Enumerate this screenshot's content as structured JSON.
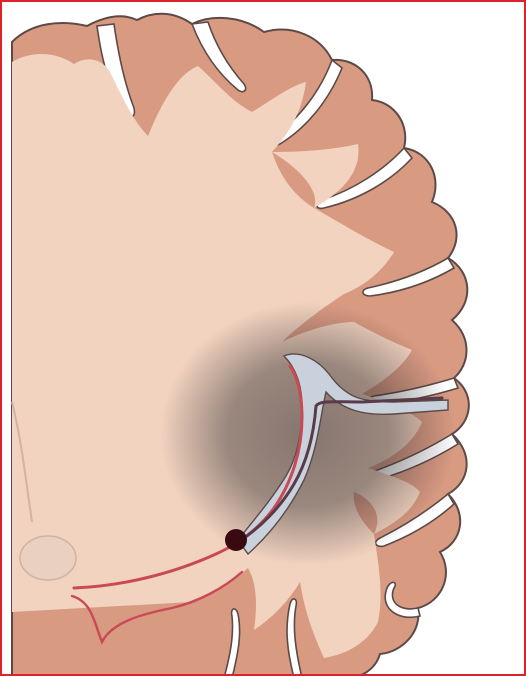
{
  "figure": {
    "frame_color": "#e0202a",
    "colors": {
      "cortex": "#d99a82",
      "white_matter": "#f2d3bf",
      "outline": "#5b4a48",
      "sulcus": "#ffffff",
      "vessel_red": "#c94a55",
      "vessel_dark": "#5a3a48",
      "lateral_fissure": "#c9d2dc",
      "infarct_shadow": "#2e2a2e",
      "occlusion_point": "#3a0a12",
      "thalamus": "#ead0c0"
    },
    "icons": [
      "brain-hemisphere",
      "infarct-zone",
      "middle-cerebral-artery",
      "occlusion-dot"
    ]
  }
}
